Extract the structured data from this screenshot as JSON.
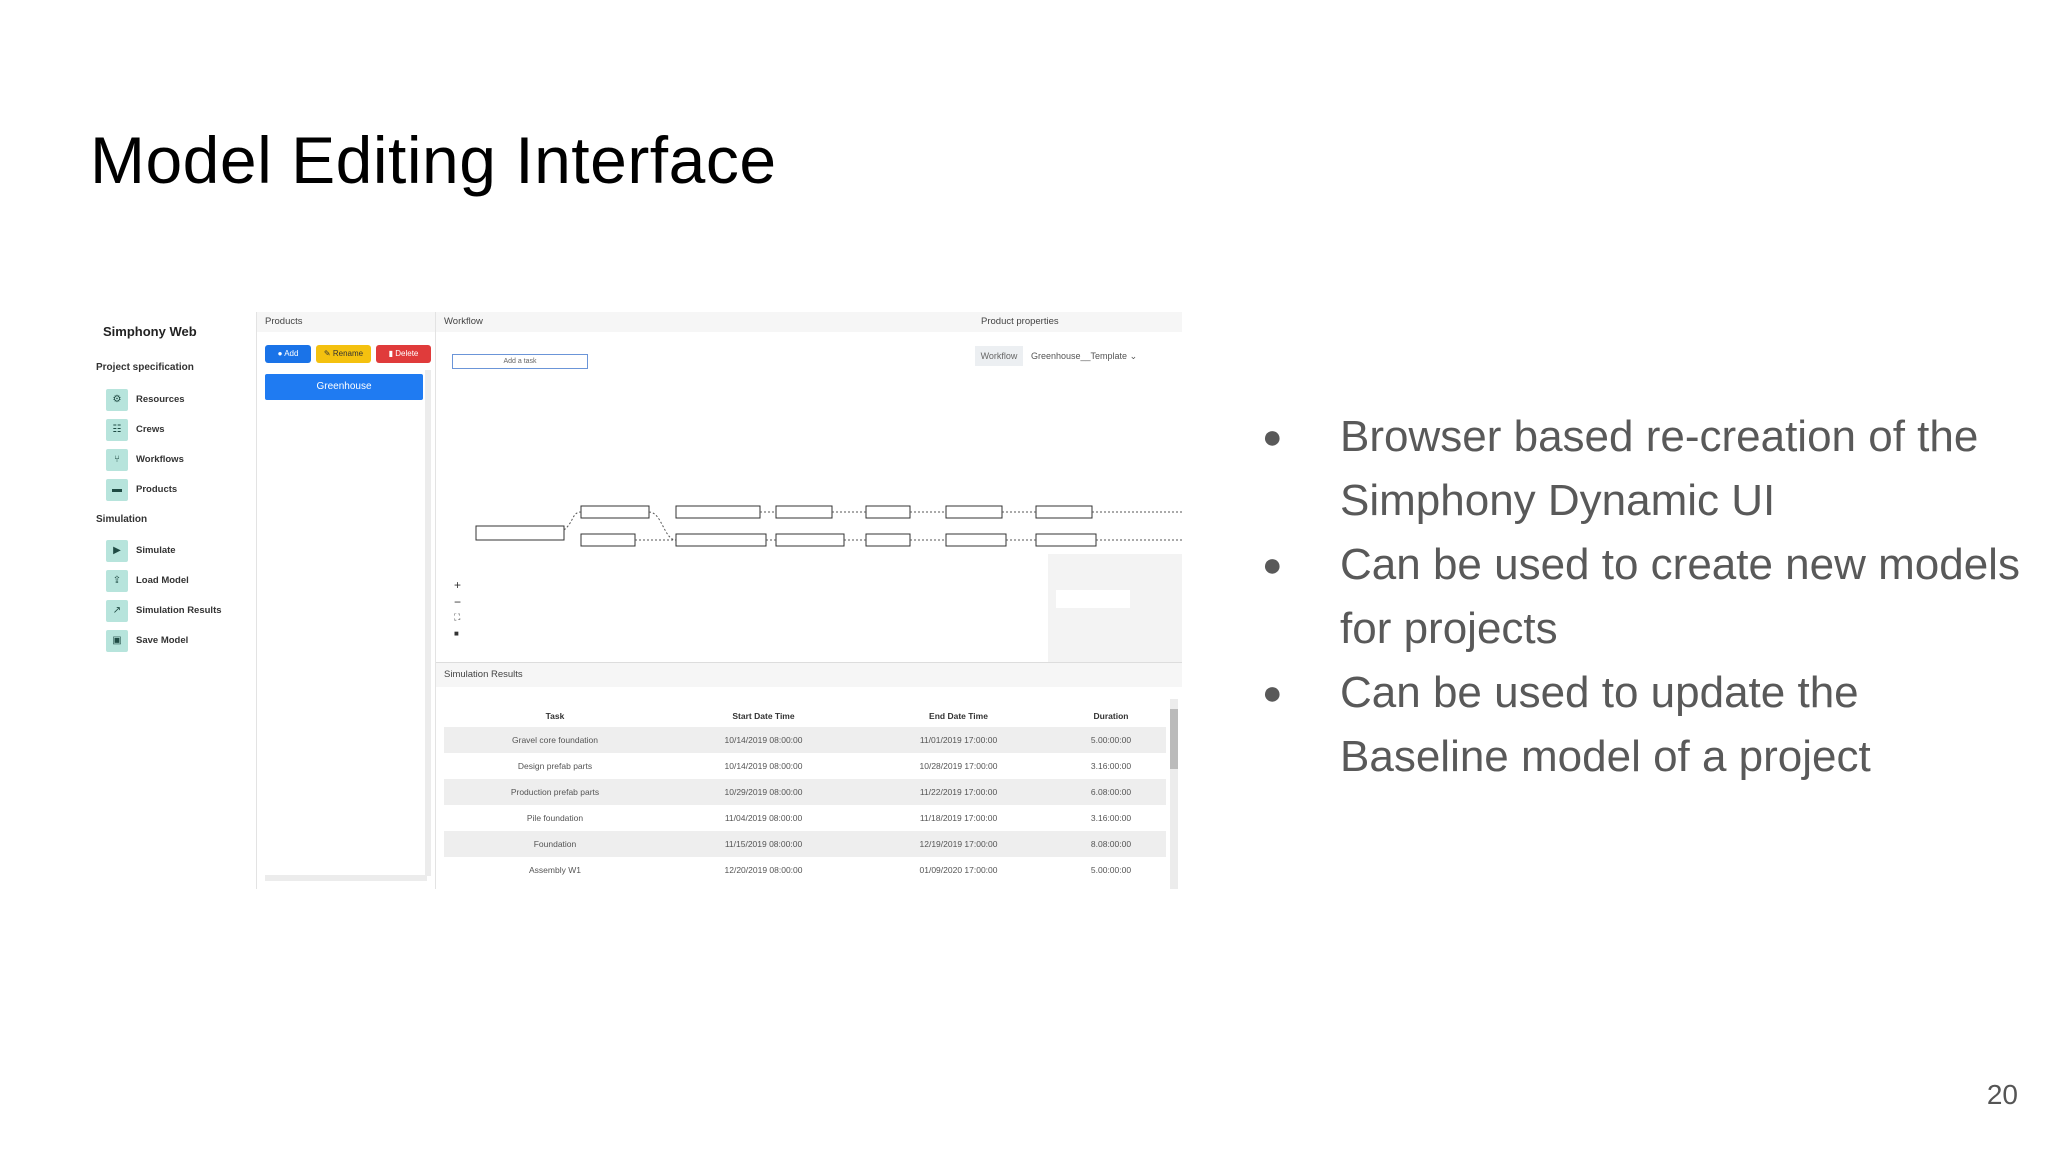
{
  "slide": {
    "title": "Model Editing Interface",
    "page_number": "20",
    "bullets": [
      "Browser based re-creation of the Simphony Dynamic UI",
      "Can be used to create new models for projects",
      "Can be used to update the Baseline model of a project"
    ],
    "bullet_glyph": "●"
  },
  "app": {
    "brand": "Simphony Web",
    "sections": {
      "project_spec": "Project specification",
      "simulation": "Simulation"
    },
    "project_items": [
      {
        "label": "Resources",
        "icon": "gear-icon",
        "glyph": "⚙"
      },
      {
        "label": "Crews",
        "icon": "crew-icon",
        "glyph": "☷"
      },
      {
        "label": "Workflows",
        "icon": "workflow-icon",
        "glyph": "⑂"
      },
      {
        "label": "Products",
        "icon": "box-icon",
        "glyph": "▬"
      }
    ],
    "simulation_items": [
      {
        "label": "Simulate",
        "icon": "play-icon",
        "glyph": "▶"
      },
      {
        "label": "Load Model",
        "icon": "upload-icon",
        "glyph": "⇪"
      },
      {
        "label": "Simulation Results",
        "icon": "chart-icon",
        "glyph": "↗"
      },
      {
        "label": "Save Model",
        "icon": "save-icon",
        "glyph": "▣"
      }
    ],
    "products": {
      "header": "Products",
      "add": "Add",
      "rename": "Rename",
      "delete": "Delete",
      "items": [
        "Greenhouse"
      ]
    },
    "workflow": {
      "header": "Workflow",
      "add_task": "Add a task",
      "zoom_in": "+",
      "zoom_out": "−",
      "fit": "⛶",
      "lock": "■"
    },
    "properties": {
      "header": "Product properties",
      "key": "Workflow",
      "value": "Greenhouse__Template",
      "chevron": "⌄"
    },
    "results": {
      "header": "Simulation Results",
      "columns": [
        "Task",
        "Start Date Time",
        "End Date Time",
        "Duration"
      ],
      "rows": [
        [
          "Gravel core foundation",
          "10/14/2019 08:00:00",
          "11/01/2019 17:00:00",
          "5.00:00:00"
        ],
        [
          "Design prefab parts",
          "10/14/2019 08:00:00",
          "10/28/2019 17:00:00",
          "3.16:00:00"
        ],
        [
          "Production prefab parts",
          "10/29/2019 08:00:00",
          "11/22/2019 17:00:00",
          "6.08:00:00"
        ],
        [
          "Pile foundation",
          "11/04/2019 08:00:00",
          "11/18/2019 17:00:00",
          "3.16:00:00"
        ],
        [
          "Foundation",
          "11/15/2019 08:00:00",
          "12/19/2019 17:00:00",
          "8.08:00:00"
        ],
        [
          "Assembly W1",
          "12/20/2019 08:00:00",
          "01/09/2020 17:00:00",
          "5.00:00:00"
        ]
      ]
    }
  }
}
